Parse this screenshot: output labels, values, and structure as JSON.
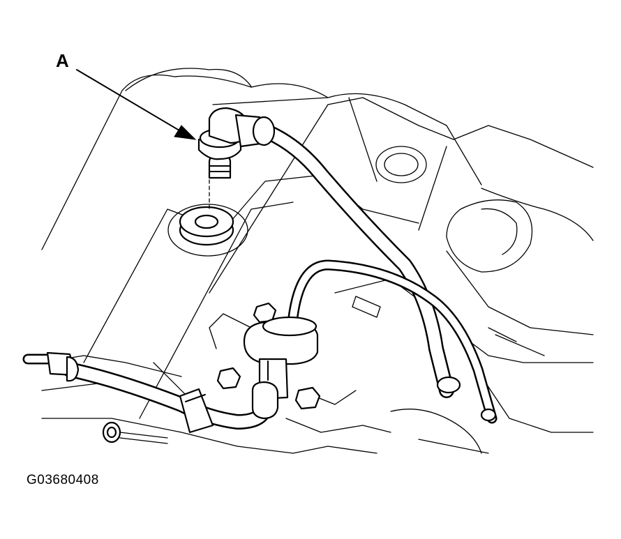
{
  "callout": {
    "label": "A"
  },
  "figure": {
    "code": "G03680408"
  },
  "icons": {
    "arrow": "leader-arrow",
    "valve": "pcv-valve",
    "grommet": "grommet",
    "hose": "pcv-hose"
  }
}
